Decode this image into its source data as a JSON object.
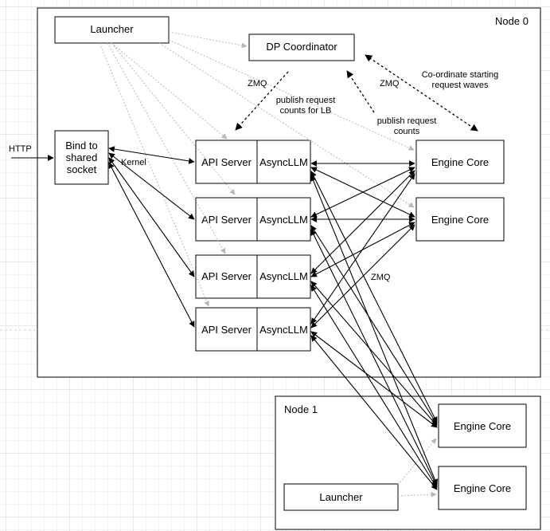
{
  "node0": {
    "label": "Node 0"
  },
  "node1": {
    "label": "Node 1"
  },
  "launcher0": {
    "label": "Launcher"
  },
  "launcher1": {
    "label": "Launcher"
  },
  "dp_coordinator": {
    "label": "DP Coordinator"
  },
  "bind_socket": {
    "lines": [
      "Bind to",
      "shared",
      "socket"
    ]
  },
  "api_servers": [
    {
      "api": "API Server",
      "llm": "AsyncLLM"
    },
    {
      "api": "API Server",
      "llm": "AsyncLLM"
    },
    {
      "api": "API Server",
      "llm": "AsyncLLM"
    },
    {
      "api": "API Server",
      "llm": "AsyncLLM"
    }
  ],
  "engine_cores_node0": [
    {
      "label": "Engine Core"
    },
    {
      "label": "Engine Core"
    }
  ],
  "engine_cores_node1": [
    {
      "label": "Engine Core"
    },
    {
      "label": "Engine Core"
    }
  ],
  "labels": {
    "http": "HTTP",
    "kernel": "Kernel",
    "zmq_left": "ZMQ",
    "zmq_mid": "ZMQ",
    "zmq_center": "ZMQ",
    "publish_lb": [
      "publish request",
      "counts for LB"
    ],
    "publish_counts": [
      "publish request",
      "counts"
    ],
    "coordinate": [
      "Co-ordinate starting",
      "request waves"
    ]
  },
  "colors": {
    "grid": "#e9e9e9",
    "gray_arrow": "#b8b8b8",
    "stroke": "#000000"
  }
}
